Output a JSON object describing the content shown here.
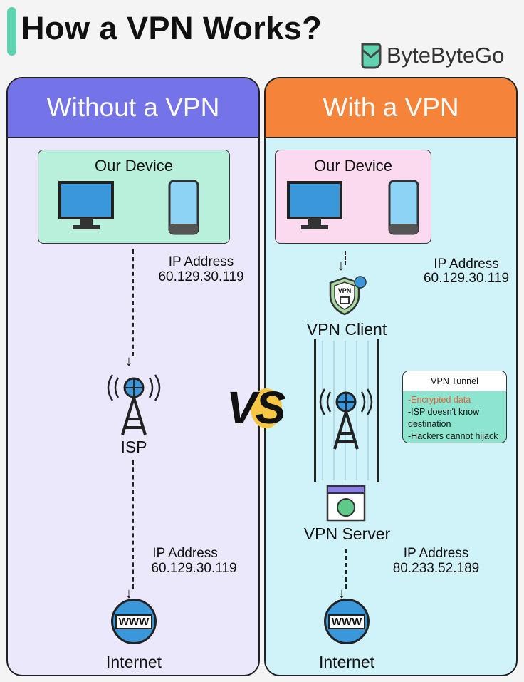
{
  "title": "How a VPN Works?",
  "brand": "ByteByteGo",
  "vs": "VS",
  "without": {
    "header": "Without a VPN",
    "device_label": "Our Device",
    "ip1_label": "IP Address",
    "ip1": "60.129.30.119",
    "isp": "ISP",
    "ip2_label": "IP Address",
    "ip2": "60.129.30.119",
    "internet": "Internet",
    "www": "WWW"
  },
  "with": {
    "header": "With a VPN",
    "device_label": "Our Device",
    "ip1_label": "IP Address",
    "ip1": "60.129.30.119",
    "client": "VPN Client",
    "vpn_badge": "VPN",
    "server": "VPN Server",
    "ip2_label": "IP Address",
    "ip2": "80.233.52.189",
    "internet": "Internet",
    "www": "WWW",
    "tunnel": {
      "title": "VPN Tunnel",
      "items": [
        "-Encrypted data",
        "-ISP doesn't know destination",
        "-Hackers cannot hijack"
      ]
    }
  },
  "colors": {
    "left_header": "#7474e8",
    "right_header": "#f5843a",
    "encrypted": "#e8623a"
  }
}
